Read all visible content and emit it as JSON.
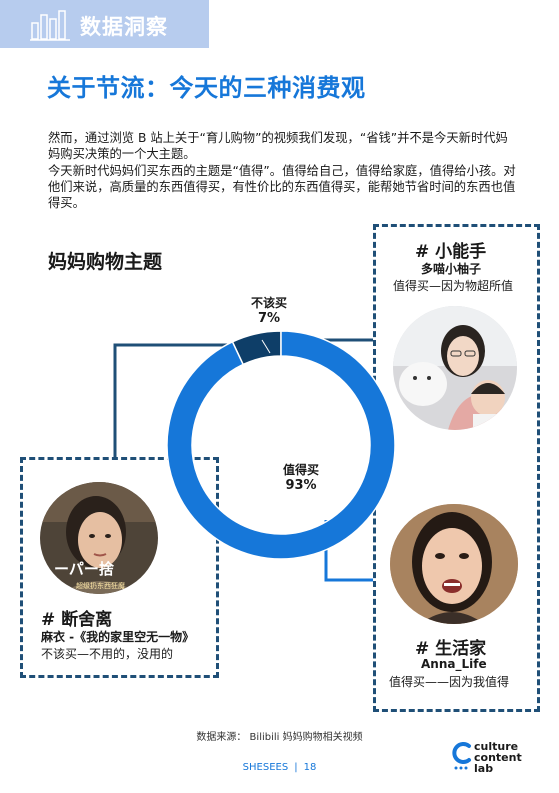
{
  "header": {
    "tab_label": "数据洞察"
  },
  "page_title": "关于节流：今天的三种消费观",
  "intro": {
    "p1": "然而，通过浏览 B 站上关于“育儿购物”的视频我们发现，“省钱”并不是今天新时代妈妈购买决策的一个大主题。",
    "p2": "今天新时代妈妈们买东西的主题是“值得”。值得给自己，值得给家庭，值得给小孩。对他们来说，高质量的东西值得买，有性价比的东西值得买，能帮她节省时间的东西也值得买。"
  },
  "section_title": "妈妈购物主题",
  "chart_data": {
    "type": "pie",
    "donut": true,
    "categories": [
      "值得买",
      "不该买"
    ],
    "values": [
      93,
      7
    ],
    "labels": [
      "值得买\n93%",
      "不该买\n7%"
    ],
    "colors": [
      "#1677d9",
      "#0e3e68"
    ]
  },
  "chart_labels": {
    "worth": {
      "name": "值得买",
      "pct": "93%"
    },
    "not": {
      "name": "不该买",
      "pct": "7%"
    }
  },
  "tags": [
    {
      "title": "# 小能手",
      "name": "多喵小柚子",
      "desc": "值得买—因为物超所值"
    },
    {
      "title": "# 生活家",
      "name": "Anna_Life",
      "desc": "值得买——因为我值得"
    },
    {
      "title": "# 断舍离",
      "name": "麻衣 -《我的家里空无一物》",
      "desc": "不该买—不用的，没用的"
    }
  ],
  "avatar_caption": "超级扔东西狂魔",
  "avatar_overlay_text": "ーパー捨",
  "footer": {
    "source": "数据来源： Bilibili 妈妈购物相关视频",
    "brand_left": "SHESEES",
    "separator": "|",
    "page_number": "18"
  },
  "brand": {
    "line1": "culture",
    "line2": "content",
    "line3": "lab"
  },
  "colors": {
    "accent": "#1677d9",
    "dark": "#0e3e68",
    "tab": "#b7ccee",
    "box_border": "#1f4f77"
  }
}
